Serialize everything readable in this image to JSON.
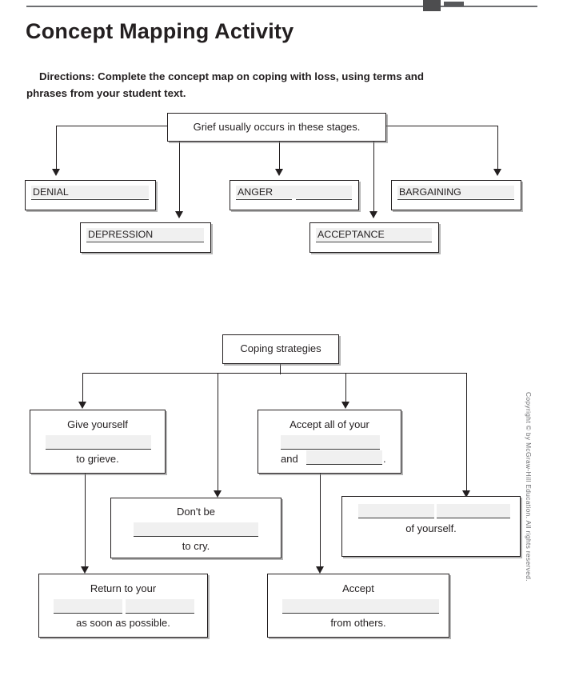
{
  "page": {
    "title": "Concept Mapping Activity",
    "directions_lead": "Directions:",
    "directions_text": " Complete the concept map on coping with loss, using terms and phrases from your student text.",
    "copyright": "Copyright © by McGraw-Hill Education. All rights reserved."
  },
  "map1": {
    "root": "Grief usually occurs in these stages.",
    "nodes": [
      {
        "label": "DENIAL"
      },
      {
        "label": "DEPRESSION"
      },
      {
        "label": "ANGER"
      },
      {
        "label": "ACCEPTANCE"
      },
      {
        "label": "BARGAINING"
      }
    ]
  },
  "map2": {
    "root": "Coping strategies",
    "nodes": [
      {
        "line1": "Give yourself",
        "line2": "",
        "line3": "to grieve."
      },
      {
        "line1": "Accept all of your",
        "line2": "",
        "line3_pre": "and",
        "line3_post": "."
      },
      {
        "line1": "Don't be",
        "line2": "",
        "line3": "to cry."
      },
      {
        "line1": "",
        "line2": "",
        "line3": "of yourself."
      },
      {
        "line1": "Return to your",
        "line2": "",
        "line3": "as soon as possible."
      },
      {
        "line1": "Accept",
        "line2": "",
        "line3": "from others."
      }
    ]
  },
  "colors": {
    "ink": "#231f20",
    "rule": "#6d6e71",
    "blank_fill": "#f0f0f0"
  }
}
